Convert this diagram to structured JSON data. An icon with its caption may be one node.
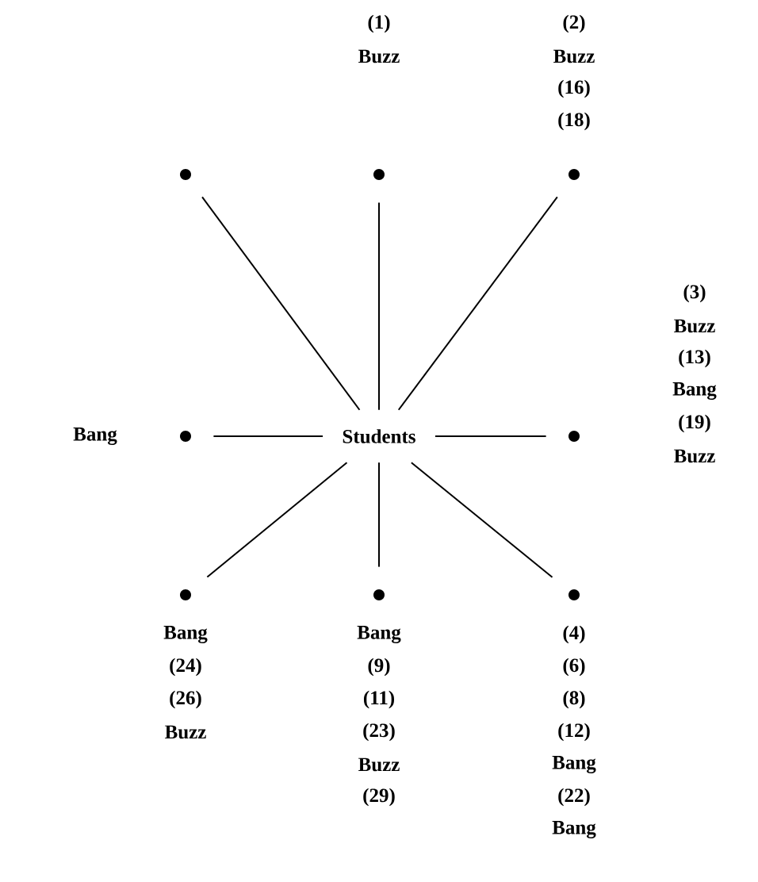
{
  "diagram": {
    "nodes": [
      {
        "text": [
          "Students"
        ]
      },
      {
        "text": [],
        "shape": "circle"
      },
      {
        "text": [],
        "shape": "circle",
        "beside": [
          "(1)",
          "Buzz"
        ]
      },
      {
        "text": [],
        "shape": "circle",
        "beside": [
          "(2)",
          "Buzz",
          "(16)",
          "(18)"
        ]
      },
      {
        "text": [],
        "shape": "circle",
        "beside": [
          "Bang"
        ]
      },
      {
        "text": [],
        "shape": "circle",
        "beside": [
          "(3)",
          "Buzz",
          "(13)",
          "Bang",
          "(19)",
          "Buzz"
        ]
      },
      {
        "text": [],
        "shape": "circle",
        "beside": [
          "Bang",
          "(24)",
          "(26)",
          "Buzz"
        ]
      },
      {
        "text": [],
        "shape": "circle",
        "beside": [
          "Bang",
          "(9)",
          "(11)",
          "(23)",
          "Buzz",
          "(29)"
        ]
      },
      {
        "text": [],
        "shape": "circle",
        "beside": [
          "(4)",
          "(6)",
          "(8)",
          "(12)",
          "Bang",
          "(22)",
          "Bang"
        ]
      }
    ],
    "edges": [
      {
        "from": 0,
        "to": 1,
        "arrow": "none"
      },
      {
        "from": 0,
        "to": 2,
        "arrow": "none"
      },
      {
        "from": 0,
        "to": 3,
        "arrow": "none"
      },
      {
        "from": 0,
        "to": 4,
        "arrow": "none"
      },
      {
        "from": 0,
        "to": 5,
        "arrow": "none"
      },
      {
        "from": 0,
        "to": 6,
        "arrow": "none"
      },
      {
        "from": 0,
        "to": 7,
        "arrow": "none"
      },
      {
        "from": 0,
        "to": 8,
        "arrow": "none"
      }
    ]
  }
}
